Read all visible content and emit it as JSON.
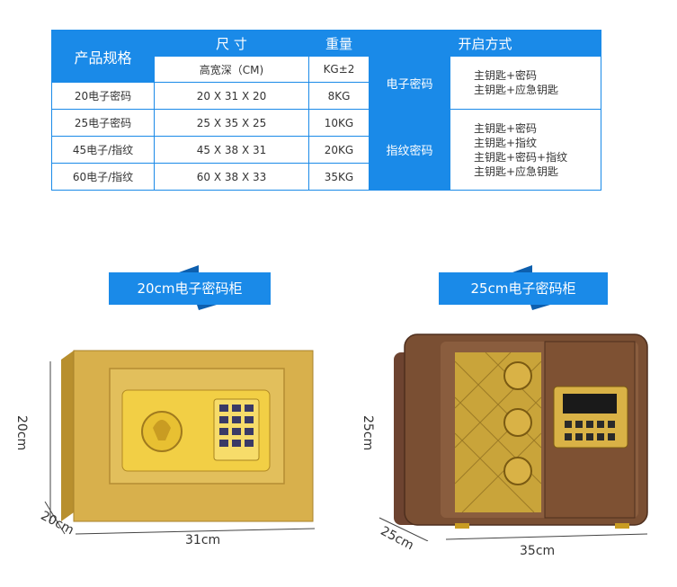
{
  "table": {
    "col_spec": "产品规格",
    "col_size": "尺 寸",
    "col_weight": "重量",
    "col_open": "开启方式",
    "size_unit": "高宽深（CM)",
    "weight_unit": "KG±2",
    "rows": [
      {
        "name": "20电子密码",
        "size": "20 X 31 X 20",
        "weight": "8KG"
      },
      {
        "name": "25电子密码",
        "size": "25 X 35 X 25",
        "weight": "10KG"
      },
      {
        "name": "45电子/指纹",
        "size": "45 X 38 X 31",
        "weight": "20KG"
      },
      {
        "name": "60电子/指纹",
        "size": "60 X 38 X 33",
        "weight": "35KG"
      }
    ],
    "lock_types": [
      {
        "name": "电子密码",
        "methods": [
          "主钥匙+密码",
          "主钥匙+应急钥匙"
        ]
      },
      {
        "name": "指纹密码",
        "methods": [
          "主钥匙+密码",
          "主钥匙+指纹",
          "主钥匙+密码+指纹",
          "主钥匙+应急钥匙"
        ]
      }
    ]
  },
  "products": [
    {
      "label": "20cm电子密码柜",
      "height": "20cm",
      "depth": "20cm",
      "width": "31cm",
      "color": "#d8b04c"
    },
    {
      "label": "25cm电子密码柜",
      "height": "25cm",
      "depth": "25cm",
      "width": "35cm",
      "color": "#7a4f33"
    }
  ],
  "colors": {
    "accent": "#1a8ae8"
  }
}
